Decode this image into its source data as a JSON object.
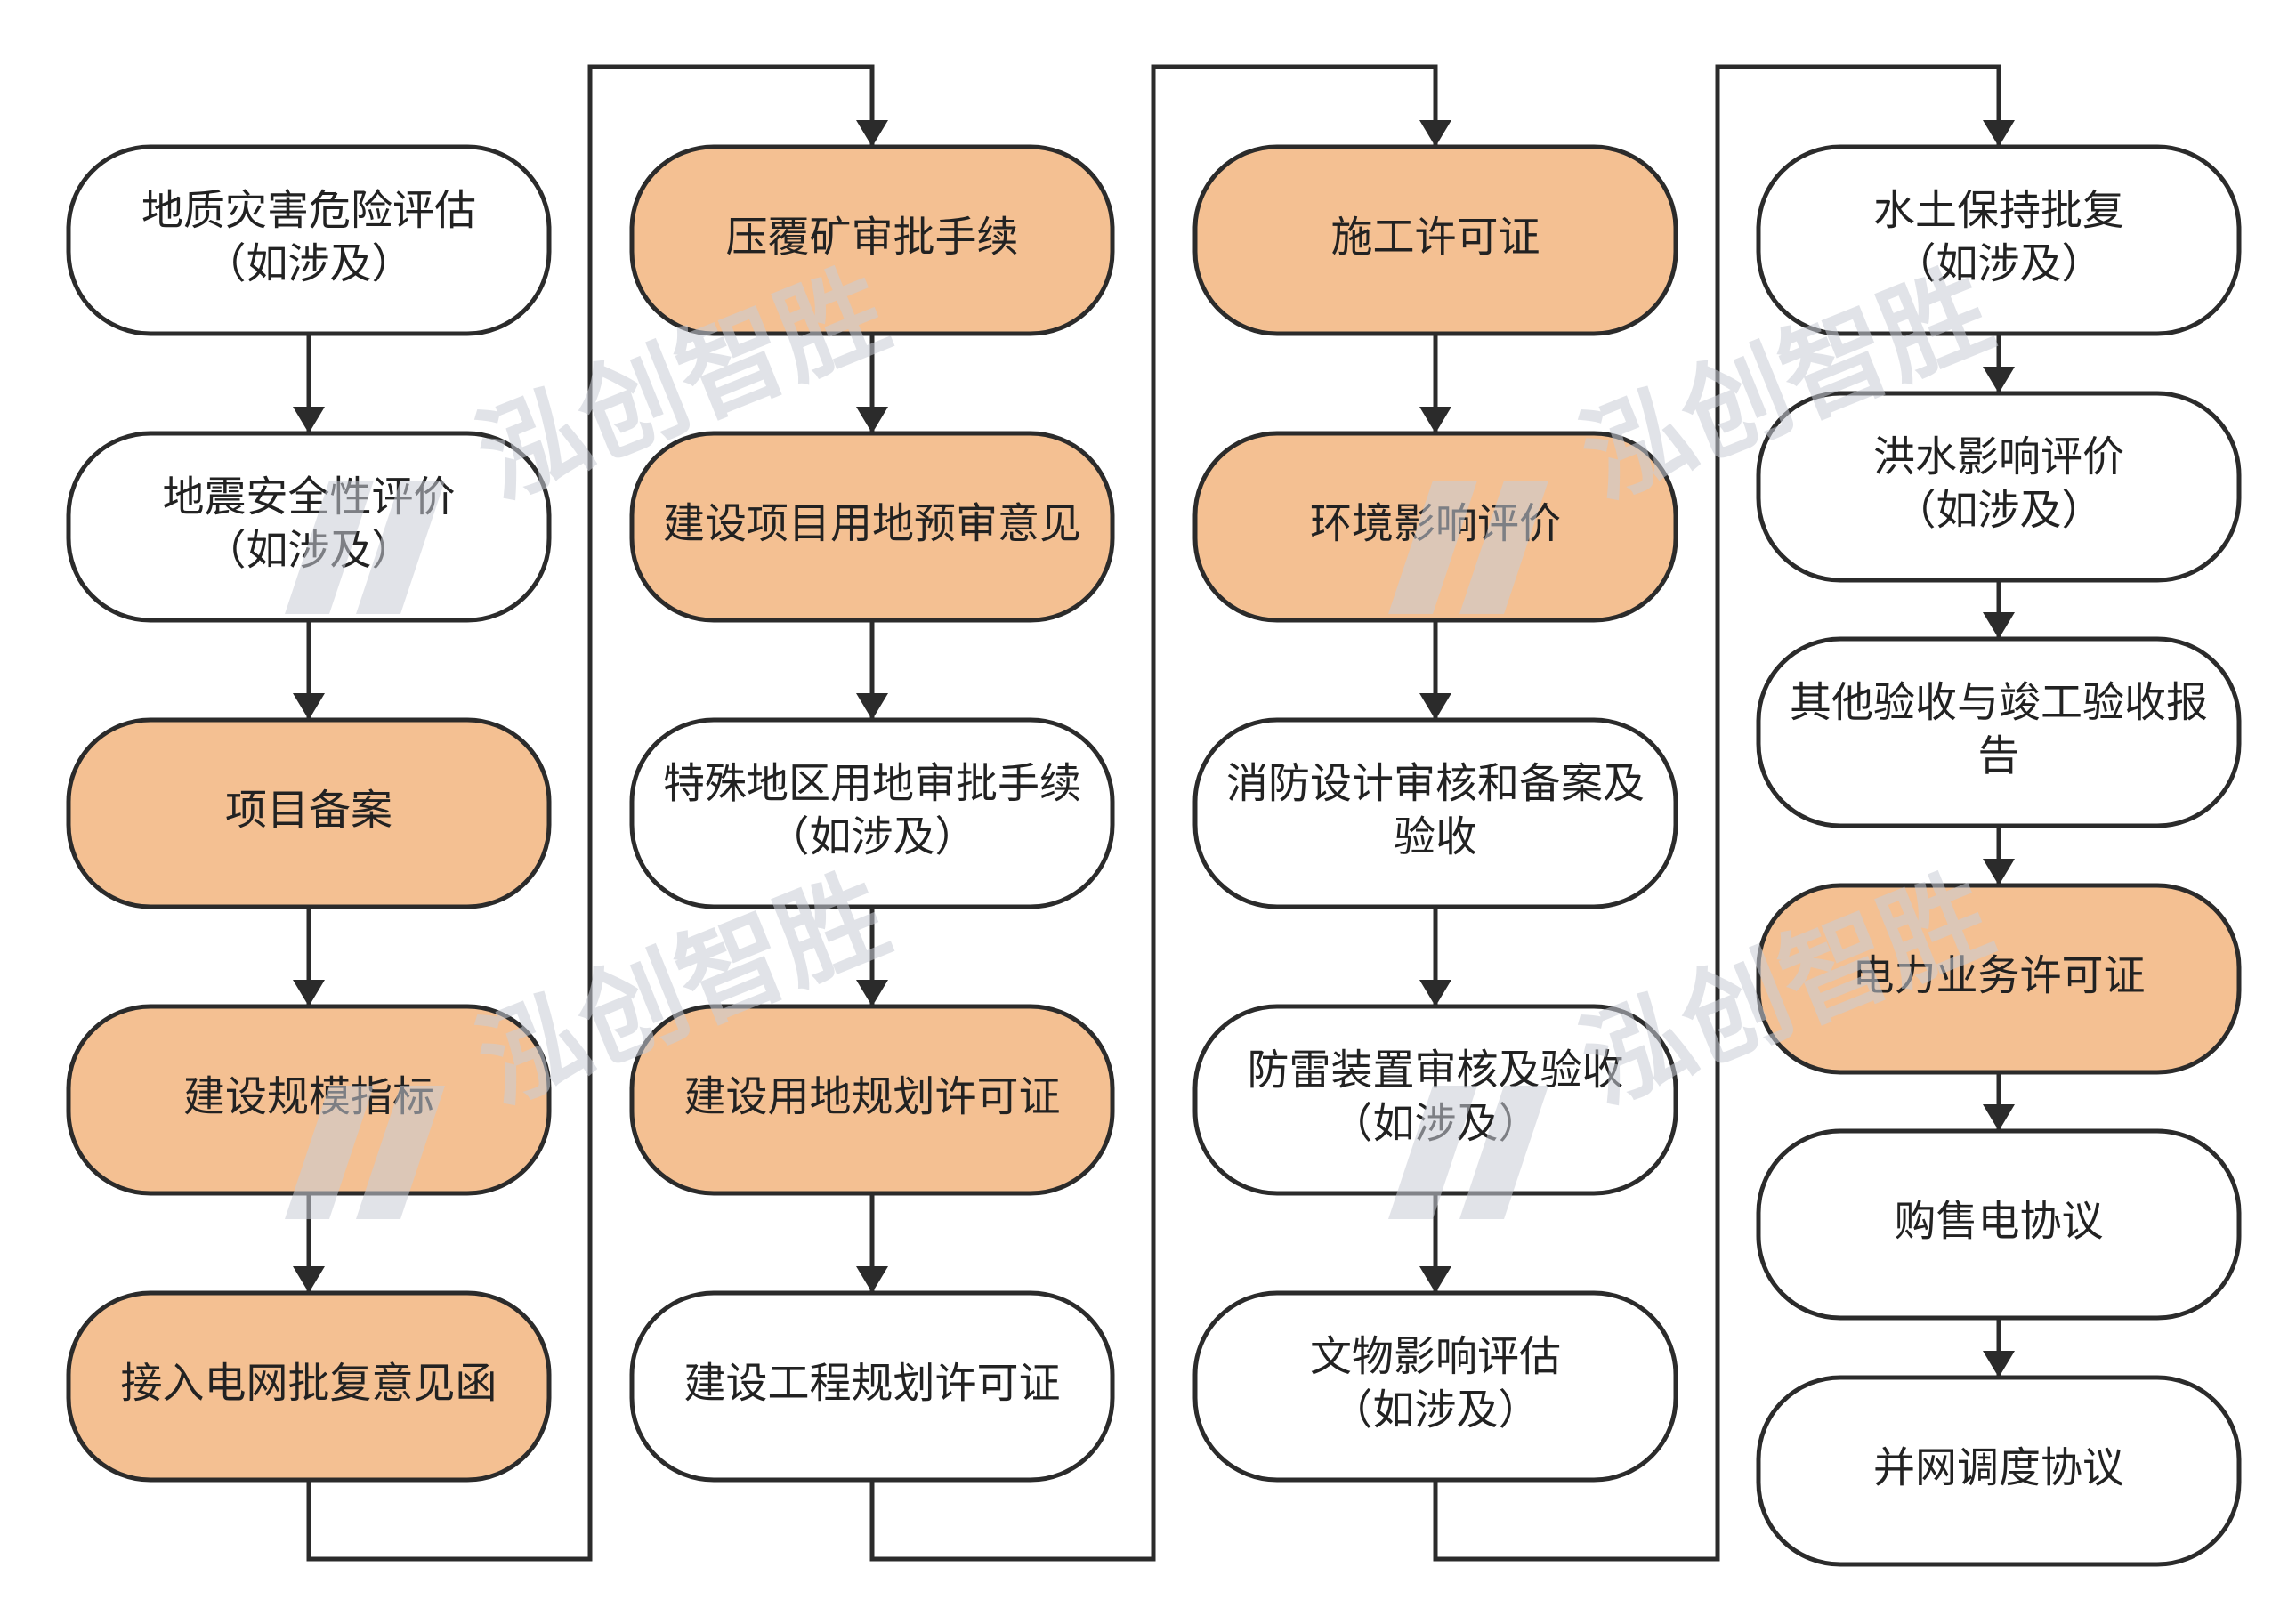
{
  "colors": {
    "highlight_fill": "#f4c092",
    "plain_fill": "#ffffff",
    "stroke": "#2b2b2b",
    "watermark": "#c9ccd6"
  },
  "watermark": {
    "text": "泓创智胜"
  },
  "columns": [
    {
      "nodes": [
        {
          "lines": [
            "地质灾害危险评估",
            "（如涉及）"
          ],
          "highlight": false
        },
        {
          "lines": [
            "地震安全性评价",
            "（如涉及）"
          ],
          "highlight": false
        },
        {
          "lines": [
            "项目备案"
          ],
          "highlight": true
        },
        {
          "lines": [
            "建设规模指标"
          ],
          "highlight": true
        },
        {
          "lines": [
            "接入电网批复意见函"
          ],
          "highlight": true
        }
      ]
    },
    {
      "nodes": [
        {
          "lines": [
            "压覆矿审批手续"
          ],
          "highlight": true
        },
        {
          "lines": [
            "建设项目用地预审意见"
          ],
          "highlight": true
        },
        {
          "lines": [
            "特殊地区用地审批手续",
            "（如涉及）"
          ],
          "highlight": false
        },
        {
          "lines": [
            "建设用地规划许可证"
          ],
          "highlight": true
        },
        {
          "lines": [
            "建设工程规划许可证"
          ],
          "highlight": false
        }
      ]
    },
    {
      "nodes": [
        {
          "lines": [
            "施工许可证"
          ],
          "highlight": true
        },
        {
          "lines": [
            "环境影响评价"
          ],
          "highlight": true
        },
        {
          "lines": [
            "消防设计审核和备案及",
            "验收"
          ],
          "highlight": false
        },
        {
          "lines": [
            "防雷装置审核及验收",
            "（如涉及）"
          ],
          "highlight": false
        },
        {
          "lines": [
            "文物影响评估",
            "（如涉及）"
          ],
          "highlight": false
        }
      ]
    },
    {
      "nodes": [
        {
          "lines": [
            "水土保持批复",
            "（如涉及）"
          ],
          "highlight": false
        },
        {
          "lines": [
            "洪水影响评价",
            "（如涉及）"
          ],
          "highlight": false
        },
        {
          "lines": [
            "其他验收与竣工验收报",
            "告"
          ],
          "highlight": false
        },
        {
          "lines": [
            "电力业务许可证"
          ],
          "highlight": true
        },
        {
          "lines": [
            "购售电协议"
          ],
          "highlight": false
        },
        {
          "lines": [
            "并网调度协议"
          ],
          "highlight": false
        }
      ]
    }
  ]
}
